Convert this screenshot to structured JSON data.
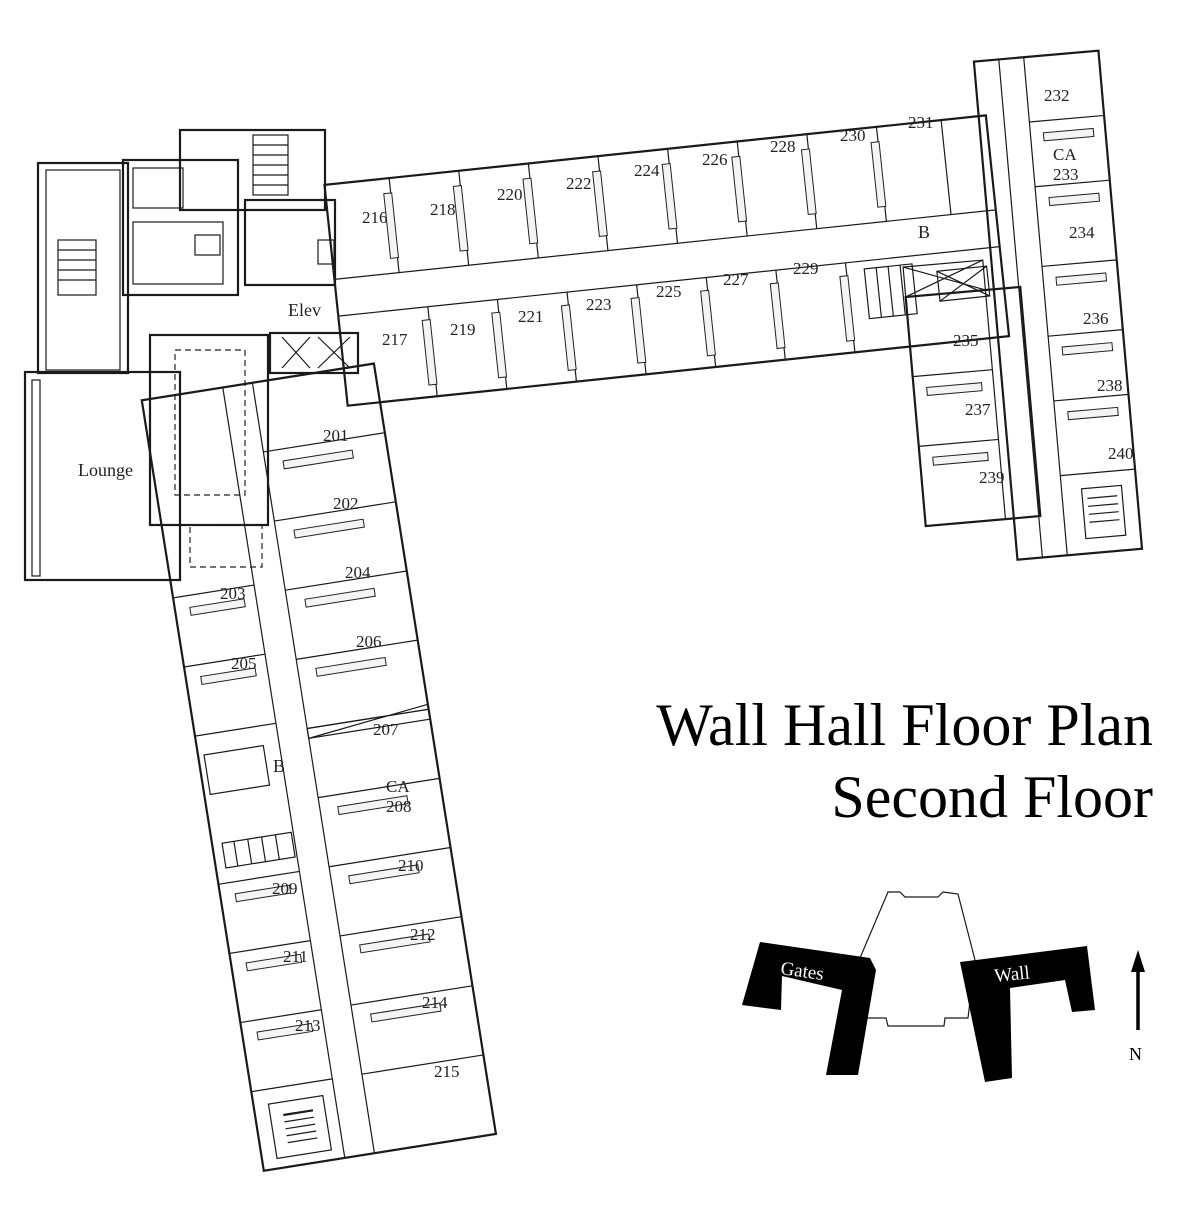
{
  "title": {
    "line1": "Wall Hall Floor Plan",
    "line2": "Second Floor"
  },
  "areas": {
    "lounge": "Lounge",
    "elevator": "Elev",
    "bath_south": "B",
    "bath_east": "B"
  },
  "rooms": {
    "r201": "201",
    "r202": "202",
    "r203": "203",
    "r204": "204",
    "r205": "205",
    "r206": "206",
    "r207": "207",
    "r208_ca": "CA",
    "r208": "208",
    "r209": "209",
    "r210": "210",
    "r211": "211",
    "r212": "212",
    "r213": "213",
    "r214": "214",
    "r215": "215",
    "r216": "216",
    "r217": "217",
    "r218": "218",
    "r219": "219",
    "r220": "220",
    "r221": "221",
    "r222": "222",
    "r223": "223",
    "r224": "224",
    "r225": "225",
    "r226": "226",
    "r227": "227",
    "r228": "228",
    "r229": "229",
    "r230": "230",
    "r231": "231",
    "r232": "232",
    "r233_ca": "CA",
    "r233": "233",
    "r234": "234",
    "r235": "235",
    "r236": "236",
    "r237": "237",
    "r238": "238",
    "r239": "239",
    "r240": "240"
  },
  "key_map": {
    "left_building": "Gates",
    "right_building": "Wall"
  },
  "north": "N"
}
